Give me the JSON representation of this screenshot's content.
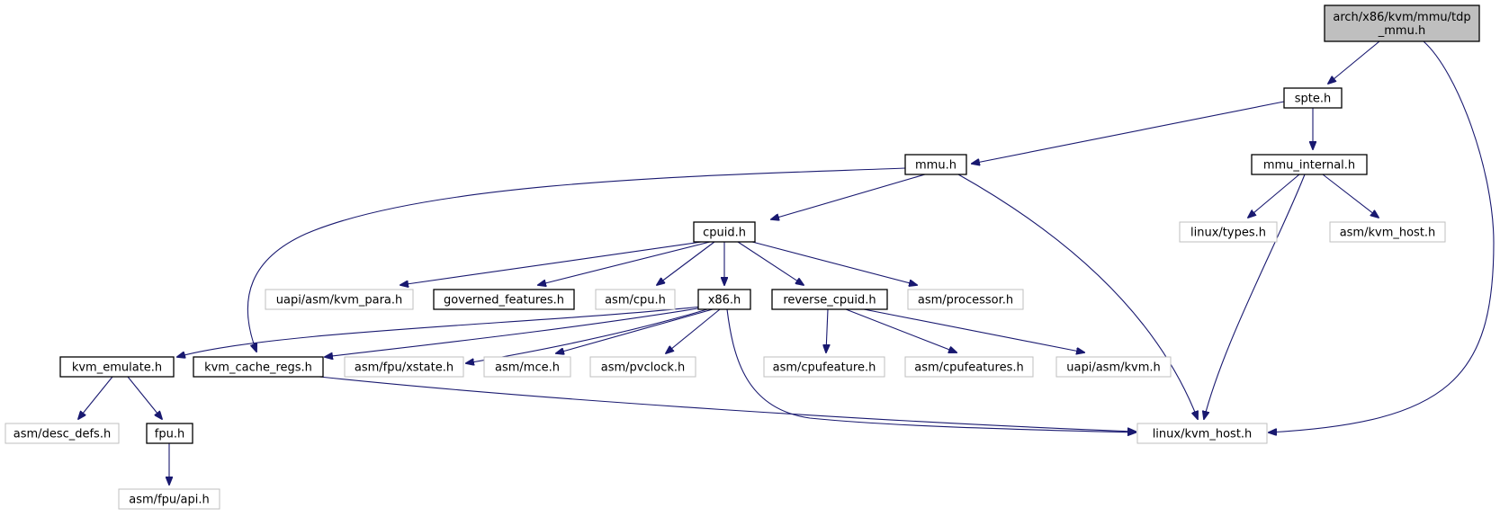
{
  "diagram": {
    "type": "include-dependency-graph",
    "colors": {
      "edge": "#191970",
      "root_fill": "#bfbfbf",
      "documented_border": "#000000",
      "external_border": "#bfbfbf"
    },
    "nodes": [
      {
        "id": "root",
        "lines": [
          "arch/x86/kvm/mmu/tdp",
          "_mmu.h"
        ],
        "kind": "root"
      },
      {
        "id": "spte",
        "lines": [
          "spte.h"
        ],
        "kind": "documented"
      },
      {
        "id": "mmu",
        "lines": [
          "mmu.h"
        ],
        "kind": "documented"
      },
      {
        "id": "mmu_internal",
        "lines": [
          "mmu_internal.h"
        ],
        "kind": "documented"
      },
      {
        "id": "linux_types",
        "lines": [
          "linux/types.h"
        ],
        "kind": "external"
      },
      {
        "id": "asm_kvm_host",
        "lines": [
          "asm/kvm_host.h"
        ],
        "kind": "external"
      },
      {
        "id": "cpuid",
        "lines": [
          "cpuid.h"
        ],
        "kind": "documented"
      },
      {
        "id": "uapi_kvm_para",
        "lines": [
          "uapi/asm/kvm_para.h"
        ],
        "kind": "external"
      },
      {
        "id": "governed_features",
        "lines": [
          "governed_features.h"
        ],
        "kind": "documented"
      },
      {
        "id": "asm_cpu",
        "lines": [
          "asm/cpu.h"
        ],
        "kind": "external"
      },
      {
        "id": "x86",
        "lines": [
          "x86.h"
        ],
        "kind": "documented"
      },
      {
        "id": "reverse_cpuid",
        "lines": [
          "reverse_cpuid.h"
        ],
        "kind": "documented"
      },
      {
        "id": "asm_processor",
        "lines": [
          "asm/processor.h"
        ],
        "kind": "external"
      },
      {
        "id": "kvm_emulate",
        "lines": [
          "kvm_emulate.h"
        ],
        "kind": "documented"
      },
      {
        "id": "kvm_cache_regs",
        "lines": [
          "kvm_cache_regs.h"
        ],
        "kind": "documented"
      },
      {
        "id": "asm_fpu_xstate",
        "lines": [
          "asm/fpu/xstate.h"
        ],
        "kind": "external"
      },
      {
        "id": "asm_mce",
        "lines": [
          "asm/mce.h"
        ],
        "kind": "external"
      },
      {
        "id": "asm_pvclock",
        "lines": [
          "asm/pvclock.h"
        ],
        "kind": "external"
      },
      {
        "id": "asm_cpufeature",
        "lines": [
          "asm/cpufeature.h"
        ],
        "kind": "external"
      },
      {
        "id": "asm_cpufeatures",
        "lines": [
          "asm/cpufeatures.h"
        ],
        "kind": "external"
      },
      {
        "id": "uapi_kvm",
        "lines": [
          "uapi/asm/kvm.h"
        ],
        "kind": "external"
      },
      {
        "id": "asm_desc_defs",
        "lines": [
          "asm/desc_defs.h"
        ],
        "kind": "external"
      },
      {
        "id": "fpu",
        "lines": [
          "fpu.h"
        ],
        "kind": "documented"
      },
      {
        "id": "linux_kvm_host",
        "lines": [
          "linux/kvm_host.h"
        ],
        "kind": "external"
      },
      {
        "id": "asm_fpu_api",
        "lines": [
          "asm/fpu/api.h"
        ],
        "kind": "external"
      }
    ],
    "edges": [
      {
        "from": "root",
        "to": "spte"
      },
      {
        "from": "root",
        "to": "linux_kvm_host"
      },
      {
        "from": "spte",
        "to": "mmu"
      },
      {
        "from": "spte",
        "to": "mmu_internal"
      },
      {
        "from": "mmu",
        "to": "cpuid"
      },
      {
        "from": "mmu",
        "to": "kvm_cache_regs"
      },
      {
        "from": "mmu",
        "to": "linux_kvm_host"
      },
      {
        "from": "mmu_internal",
        "to": "linux_types"
      },
      {
        "from": "mmu_internal",
        "to": "asm_kvm_host"
      },
      {
        "from": "mmu_internal",
        "to": "linux_kvm_host"
      },
      {
        "from": "cpuid",
        "to": "uapi_kvm_para"
      },
      {
        "from": "cpuid",
        "to": "governed_features"
      },
      {
        "from": "cpuid",
        "to": "asm_cpu"
      },
      {
        "from": "cpuid",
        "to": "x86"
      },
      {
        "from": "cpuid",
        "to": "reverse_cpuid"
      },
      {
        "from": "cpuid",
        "to": "asm_processor"
      },
      {
        "from": "x86",
        "to": "kvm_emulate"
      },
      {
        "from": "x86",
        "to": "kvm_cache_regs"
      },
      {
        "from": "x86",
        "to": "asm_fpu_xstate"
      },
      {
        "from": "x86",
        "to": "asm_mce"
      },
      {
        "from": "x86",
        "to": "asm_pvclock"
      },
      {
        "from": "x86",
        "to": "linux_kvm_host"
      },
      {
        "from": "reverse_cpuid",
        "to": "asm_cpufeature"
      },
      {
        "from": "reverse_cpuid",
        "to": "asm_cpufeatures"
      },
      {
        "from": "reverse_cpuid",
        "to": "uapi_kvm"
      },
      {
        "from": "kvm_emulate",
        "to": "asm_desc_defs"
      },
      {
        "from": "kvm_emulate",
        "to": "fpu"
      },
      {
        "from": "kvm_cache_regs",
        "to": "linux_kvm_host"
      },
      {
        "from": "fpu",
        "to": "asm_fpu_api"
      }
    ]
  }
}
